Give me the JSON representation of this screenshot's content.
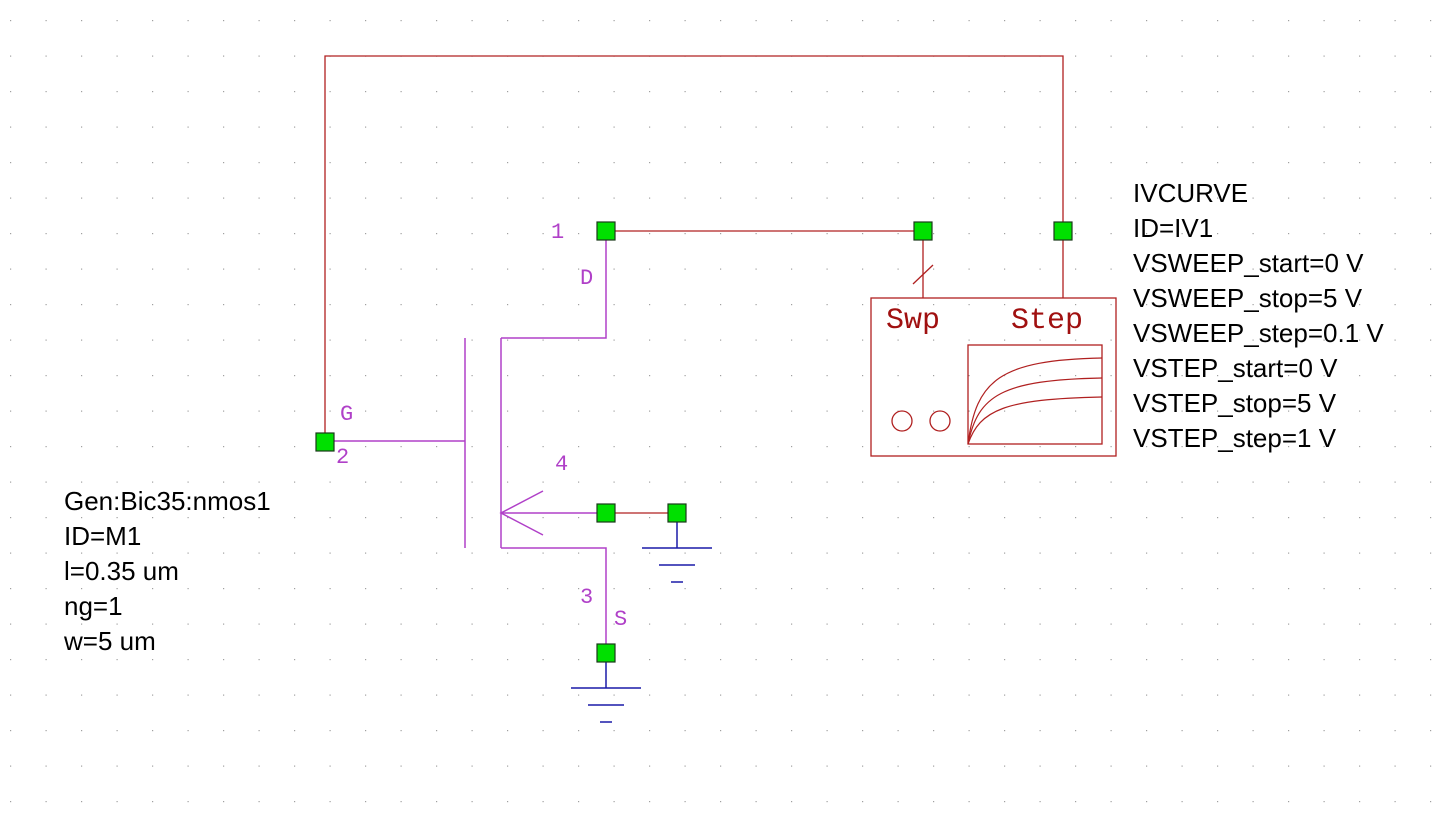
{
  "colors": {
    "wire_red": "#b02020",
    "device_purple": "#b040c8",
    "ground_blue": "#1a1aa8",
    "node_green": "#00e000",
    "grid_dot": "#a0a0a0",
    "text": "#000000"
  },
  "mosfet": {
    "params": [
      "Gen:Bic35:nmos1",
      "ID=M1",
      "l=0.35 um",
      "ng=1",
      "w=5 um"
    ],
    "pins": {
      "drain_num": "1",
      "drain_label": "D",
      "gate_label": "G",
      "gate_num": "2",
      "source_num": "3",
      "source_label": "S",
      "body_num": "4"
    }
  },
  "ivcurve": {
    "params": [
      "IVCURVE",
      "ID=IV1",
      "VSWEEP_start=0 V",
      "VSWEEP_stop=5 V",
      "VSWEEP_step=0.1 V",
      "VSTEP_start=0 V",
      "VSTEP_stop=5 V",
      "VSTEP_step=1 V"
    ],
    "swp_label": "Swp",
    "step_label": "Step"
  }
}
